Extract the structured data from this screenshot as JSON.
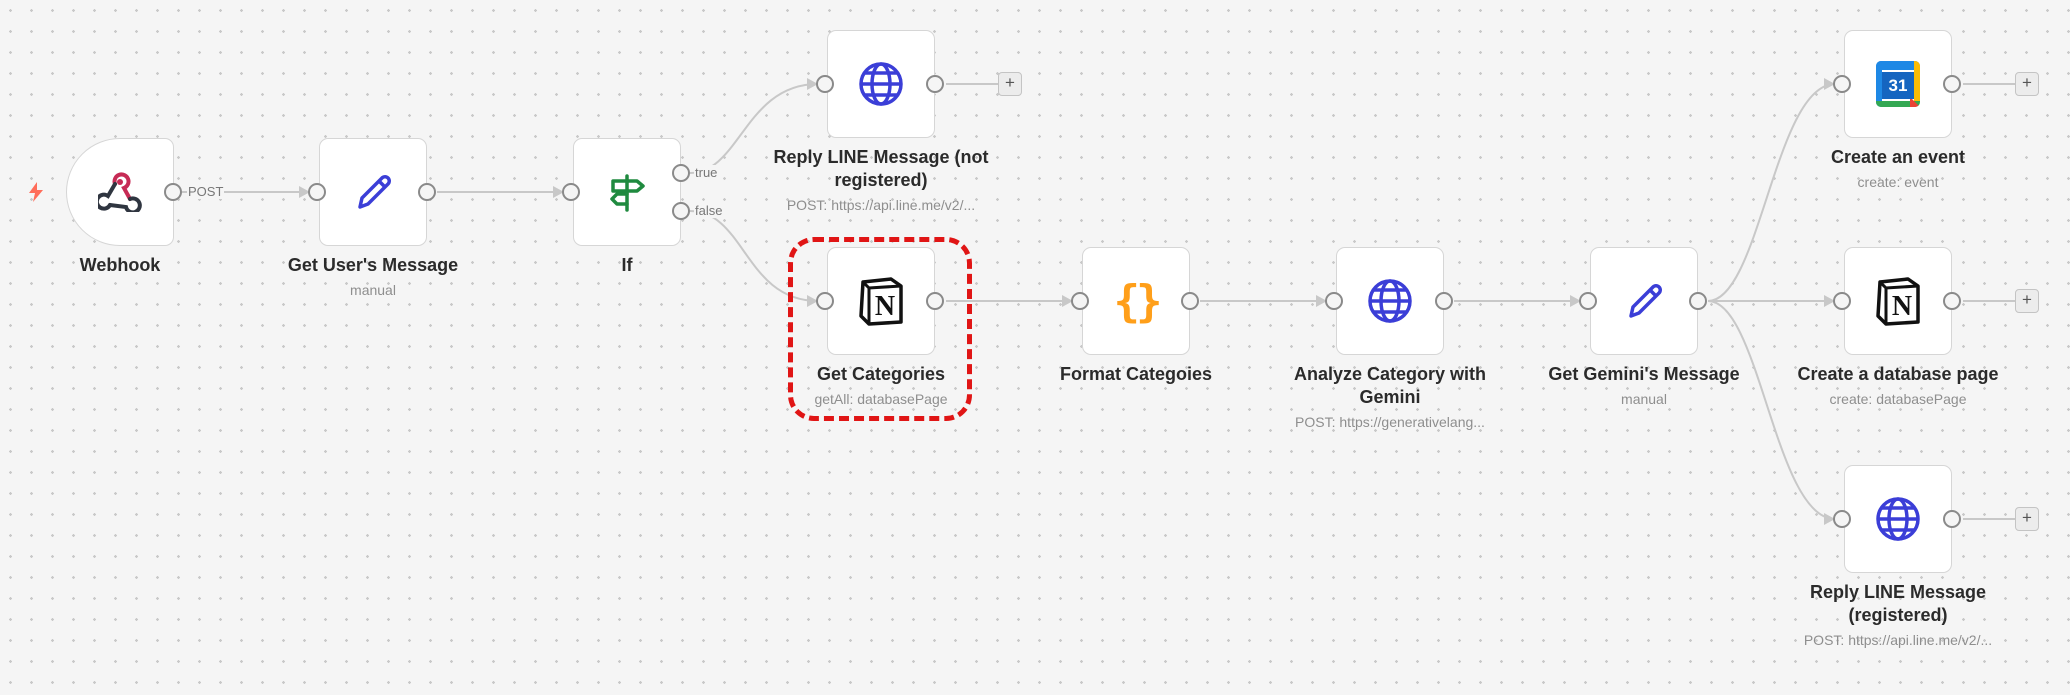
{
  "canvas": {
    "background": "#f5f5f5",
    "grid_dot_color": "#c9c9c9"
  },
  "colors": {
    "connection": "#c8c8c8",
    "port_border": "#8a8a8a",
    "trigger_bolt": "#ff6d5a",
    "highlight": "#e01515",
    "http_icon": "#3b3ed7",
    "set_icon": "#3b3ed7",
    "code_icon": "#ff9f1a",
    "if_icon": "#1f8a3f"
  },
  "edge_labels": {
    "post": "POST",
    "true": "true",
    "false": "false"
  },
  "nodes": {
    "webhook": {
      "label": "Webhook",
      "icon": "webhook-icon"
    },
    "get_user_message": {
      "label": "Get User's Message",
      "sub": "manual",
      "icon": "pencil-icon"
    },
    "if": {
      "label": "If",
      "icon": "signpost-icon"
    },
    "reply_not_registered": {
      "label": "Reply LINE Message (not registered)",
      "sub": "POST: https://api.line.me/v2/...",
      "icon": "globe-icon"
    },
    "get_categories": {
      "label": "Get Categories",
      "sub": "getAll: databasePage",
      "icon": "notion-icon"
    },
    "format_categories": {
      "label": "Format Categoies",
      "icon": "code-braces-icon",
      "glyph": "{}"
    },
    "analyze_category": {
      "label": "Analyze Category with Gemini",
      "sub": "POST: https://generativelang...",
      "icon": "globe-icon"
    },
    "get_gemini_message": {
      "label": "Get Gemini's Message",
      "sub": "manual",
      "icon": "pencil-icon"
    },
    "create_event": {
      "label": "Create an event",
      "sub": "create: event",
      "icon": "google-calendar-icon",
      "glyph": "31"
    },
    "create_db_page": {
      "label": "Create a database page",
      "sub": "create: databasePage",
      "icon": "notion-icon"
    },
    "reply_registered": {
      "label": "Reply LINE Message (registered)",
      "sub": "POST: https://api.line.me/v2/...",
      "icon": "globe-icon"
    }
  },
  "add_button": {
    "glyph": "+"
  },
  "notion_glyph": "N"
}
